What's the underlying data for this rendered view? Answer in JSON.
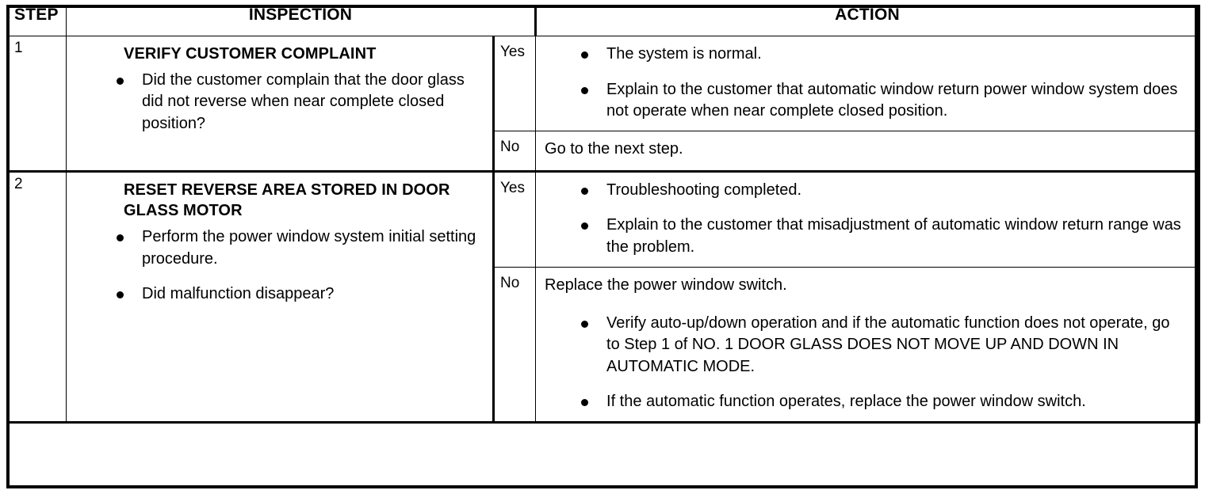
{
  "document": {
    "type": "diagnostic-procedure-table",
    "border_color": "#000000",
    "background_color": "#ffffff",
    "text_color": "#000000"
  },
  "header": {
    "step": "STEP",
    "inspection": "INSPECTION",
    "action": "ACTION"
  },
  "rows": [
    {
      "step": "1",
      "inspection": {
        "title": "VERIFY CUSTOMER COMPLAINT",
        "bullets": [
          "Did the customer complain that the door glass did not reverse when near complete closed position?"
        ]
      },
      "branches": [
        {
          "label": "Yes",
          "lead": "",
          "bullets": [
            "The system is normal.",
            "Explain to the customer that automatic window return power window system does not operate when near complete closed position."
          ]
        },
        {
          "label": "No",
          "lead": "Go to the next step.",
          "bullets": []
        }
      ]
    },
    {
      "step": "2",
      "inspection": {
        "title": "RESET REVERSE AREA STORED IN DOOR GLASS MOTOR",
        "bullets": [
          "Perform the power window system initial setting procedure.",
          "Did malfunction disappear?"
        ]
      },
      "branches": [
        {
          "label": "Yes",
          "lead": "",
          "bullets": [
            "Troubleshooting completed.",
            "Explain to the customer that misadjustment of automatic window return range was the problem."
          ]
        },
        {
          "label": "No",
          "lead": "Replace the power window switch.",
          "bullets": [
            "Verify auto-up/down operation and if the automatic function does not operate, go to Step 1 of NO. 1 DOOR GLASS DOES NOT MOVE UP AND DOWN IN AUTOMATIC MODE.",
            "If the automatic function operates, replace the power window switch."
          ]
        }
      ]
    }
  ]
}
